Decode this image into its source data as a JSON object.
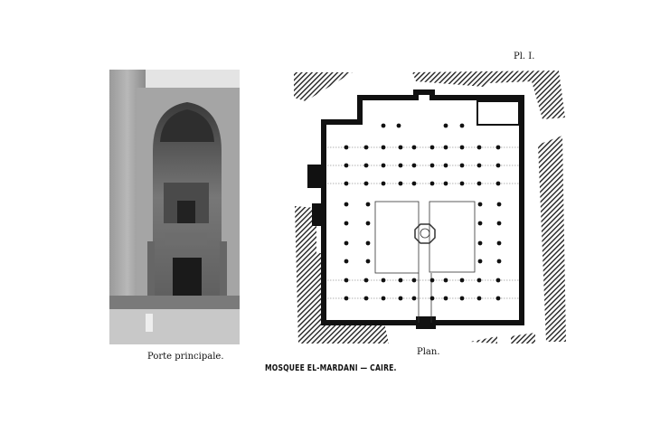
{
  "plate_number": "Pl. I.",
  "photo_caption": "Porte principale.",
  "plan_caption": "Plan.",
  "title": "MOSQUEE EL-MARDANI — CAIRE."
}
